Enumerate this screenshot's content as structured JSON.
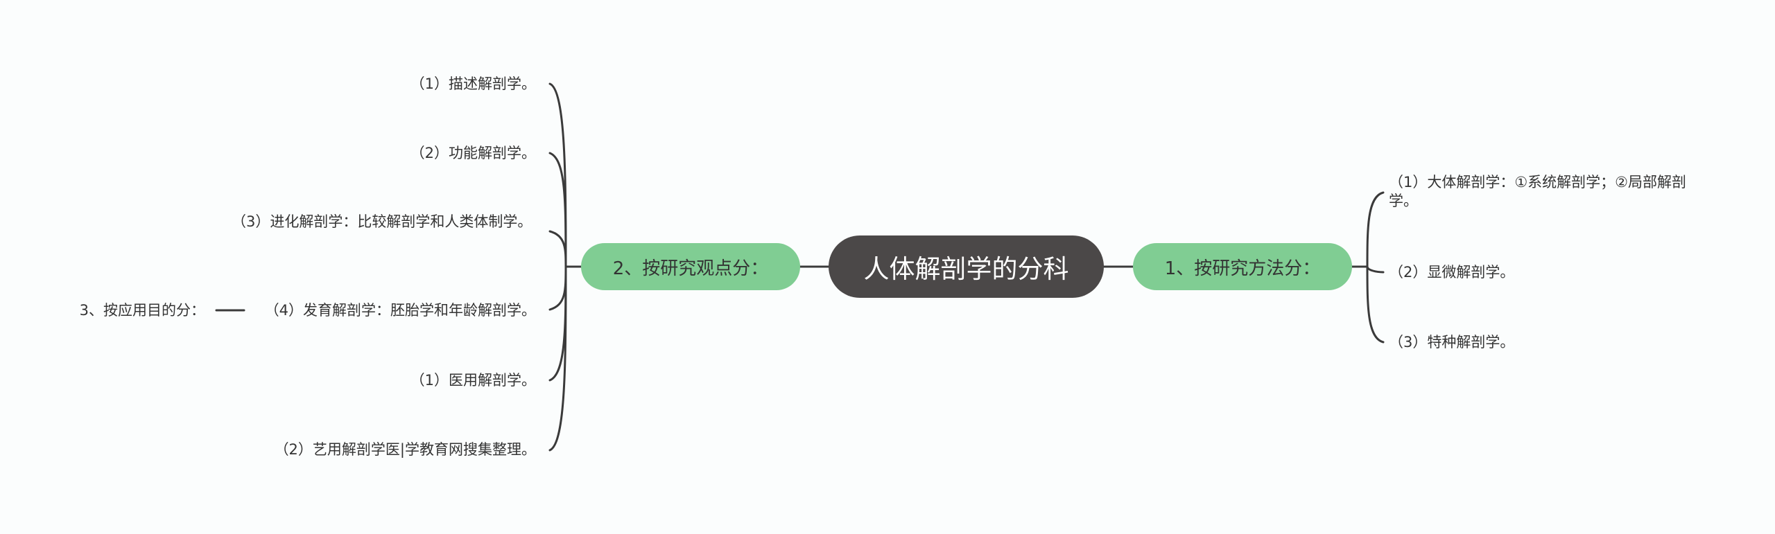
{
  "root": {
    "label": "人体解剖学的分科"
  },
  "branches": {
    "method": {
      "label": "1、按研究方法分：",
      "children": [
        "（1）大体解剖学：①系统解剖学；②局部解剖学。",
        "（2）显微解剖学。",
        "（3）特种解剖学。"
      ]
    },
    "viewpoint": {
      "label": "2、按研究观点分：",
      "children": [
        "（1）描述解剖学。",
        "（2）功能解剖学。",
        "（3）进化解剖学：比较解剖学和人类体制学。",
        "（4）发育解剖学：胚胎学和年龄解剖学。",
        "（1）医用解剖学。",
        "（2）艺用解剖学医|学教育网搜集整理。"
      ]
    },
    "application": {
      "label": "3、按应用目的分："
    }
  },
  "colors": {
    "root_bg": "#4b4848",
    "branch_bg": "#80cd93",
    "connector": "#3a3a3a",
    "text": "#333333"
  }
}
